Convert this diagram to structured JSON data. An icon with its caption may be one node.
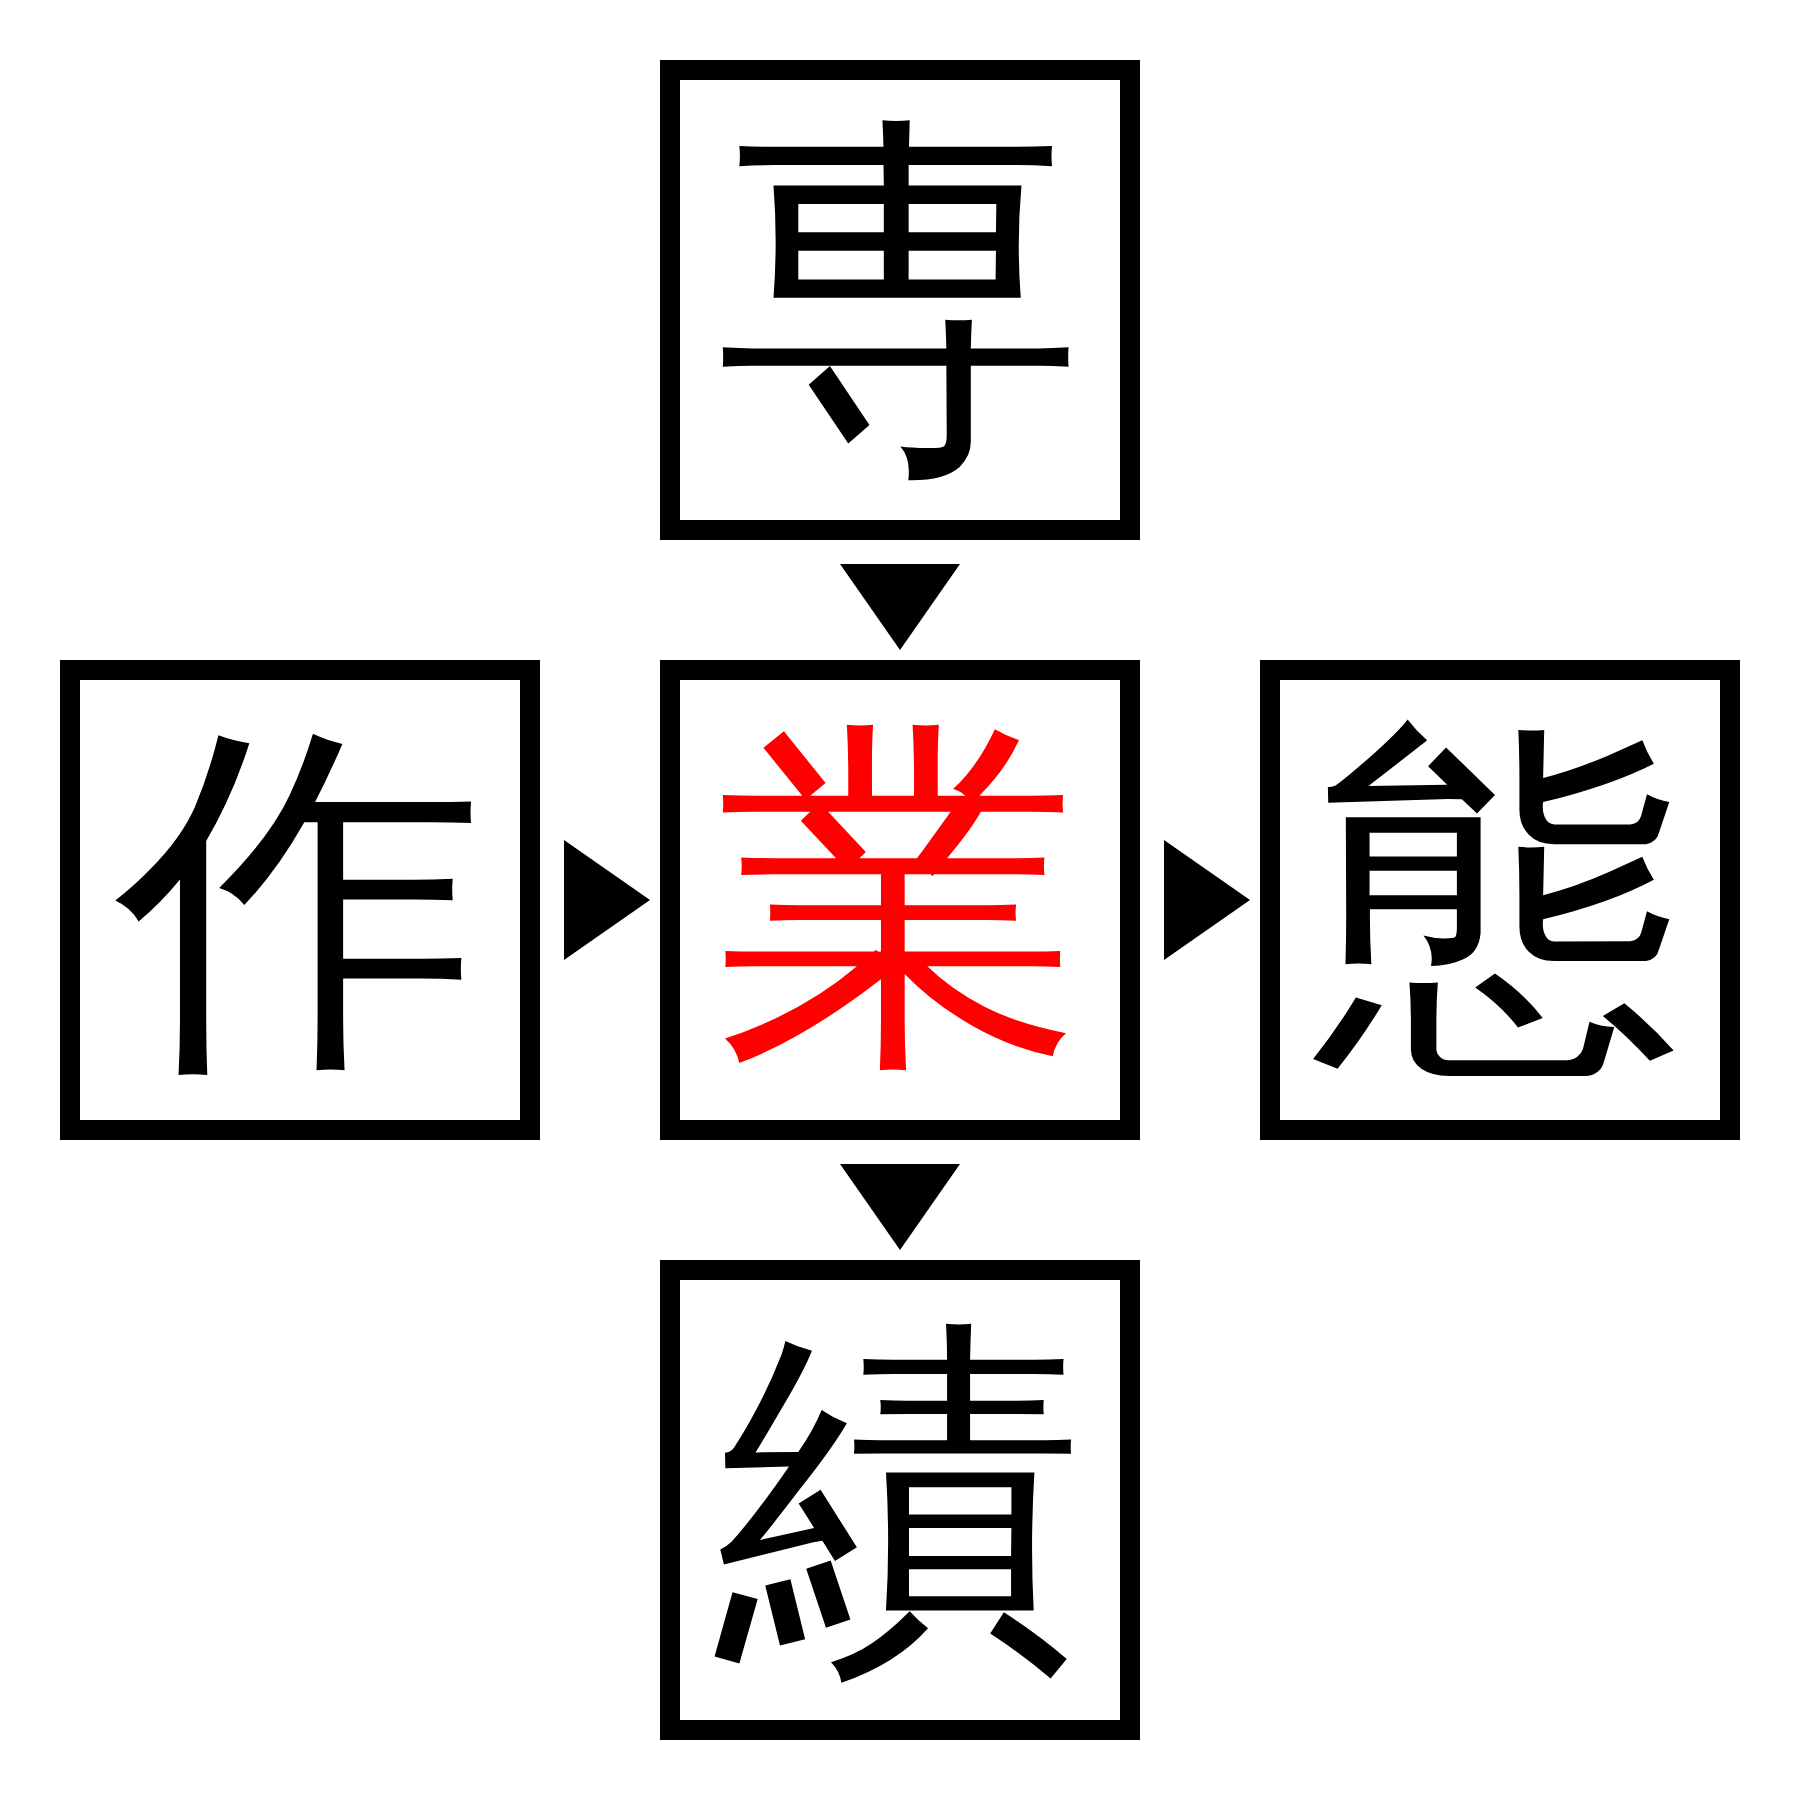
{
  "diagram": {
    "nodes": [
      {
        "text": [
          "専"
        ]
      },
      {
        "text": [
          "作"
        ]
      },
      {
        "text": [
          "業"
        ]
      },
      {
        "text": [
          "態"
        ]
      },
      {
        "text": [
          "績"
        ]
      }
    ],
    "edges": [
      {
        "from": 0,
        "to": 2,
        "arrow": "to"
      },
      {
        "from": 1,
        "to": 2,
        "arrow": "to"
      },
      {
        "from": 2,
        "to": 3,
        "arrow": "to"
      },
      {
        "from": 2,
        "to": 4,
        "arrow": "to"
      }
    ]
  }
}
